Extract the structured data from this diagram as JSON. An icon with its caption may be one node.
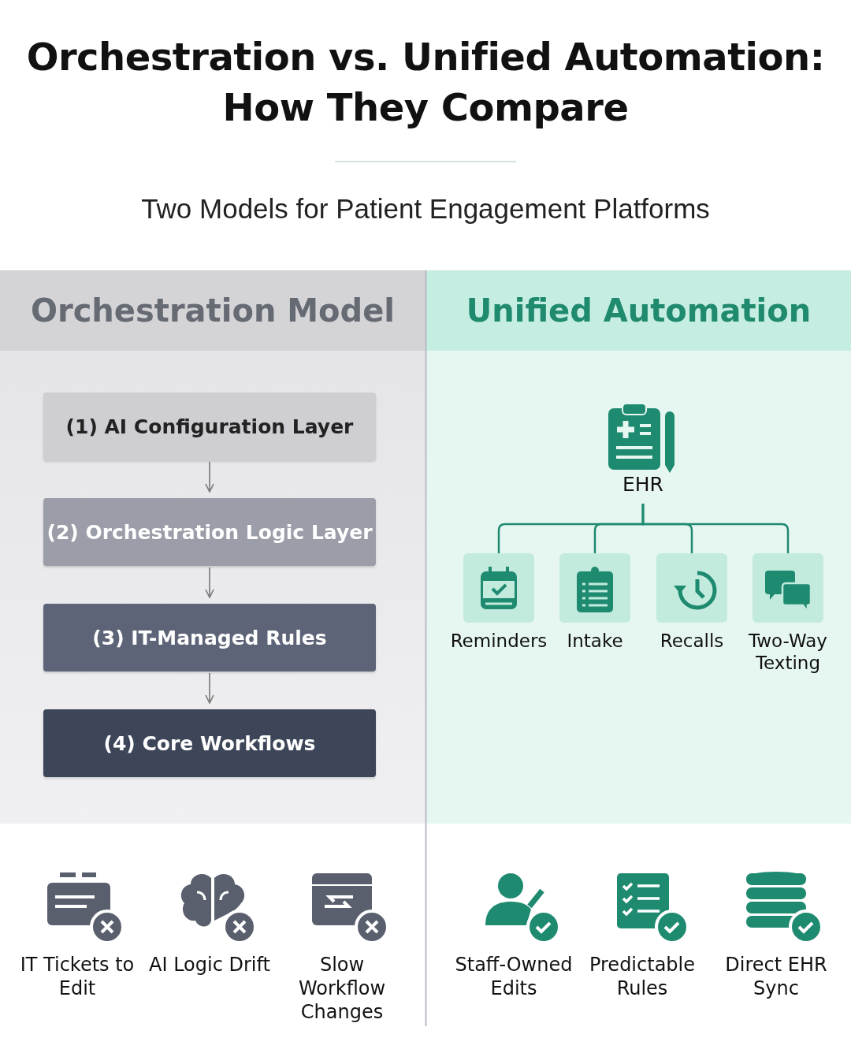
{
  "diagram": {
    "title": "Orchestration vs. Unified Automation: How They Compare",
    "nodes": [
      {
        "text": [
          "(1) AI Configuration Layer"
        ]
      },
      {
        "text": [
          "(2) Orchestration Logic Layer"
        ]
      },
      {
        "text": [
          "(3) IT-Managed Rules"
        ]
      },
      {
        "text": [
          "(4) Core Workflows"
        ]
      },
      {
        "text": [
          "EHR"
        ]
      },
      {
        "text": [
          "Reminders"
        ]
      },
      {
        "text": [
          "Intake"
        ]
      },
      {
        "text": [
          "Recalls"
        ]
      },
      {
        "text": [
          "Two-Way Texting"
        ]
      }
    ],
    "edges": [
      {
        "from": 0,
        "to": 1,
        "arrow": "to"
      },
      {
        "from": 1,
        "to": 2,
        "arrow": "to"
      },
      {
        "from": 2,
        "to": 3,
        "arrow": "to"
      },
      {
        "from": 4,
        "to": 5,
        "arrow": "none"
      },
      {
        "from": 4,
        "to": 6,
        "arrow": "none"
      },
      {
        "from": 4,
        "to": 7,
        "arrow": "none"
      },
      {
        "from": 4,
        "to": 8,
        "arrow": "none"
      }
    ],
    "labels": [
      "Two Models for Patient Engagement Platforms",
      "Orchestration Model",
      "Unified Automation",
      "IT Tickets to Edit",
      "AI Logic Drift",
      "Slow Workflow Changes",
      "Staff-Owned Edits",
      "Predictable Rules",
      "Direct EHR Sync"
    ]
  }
}
